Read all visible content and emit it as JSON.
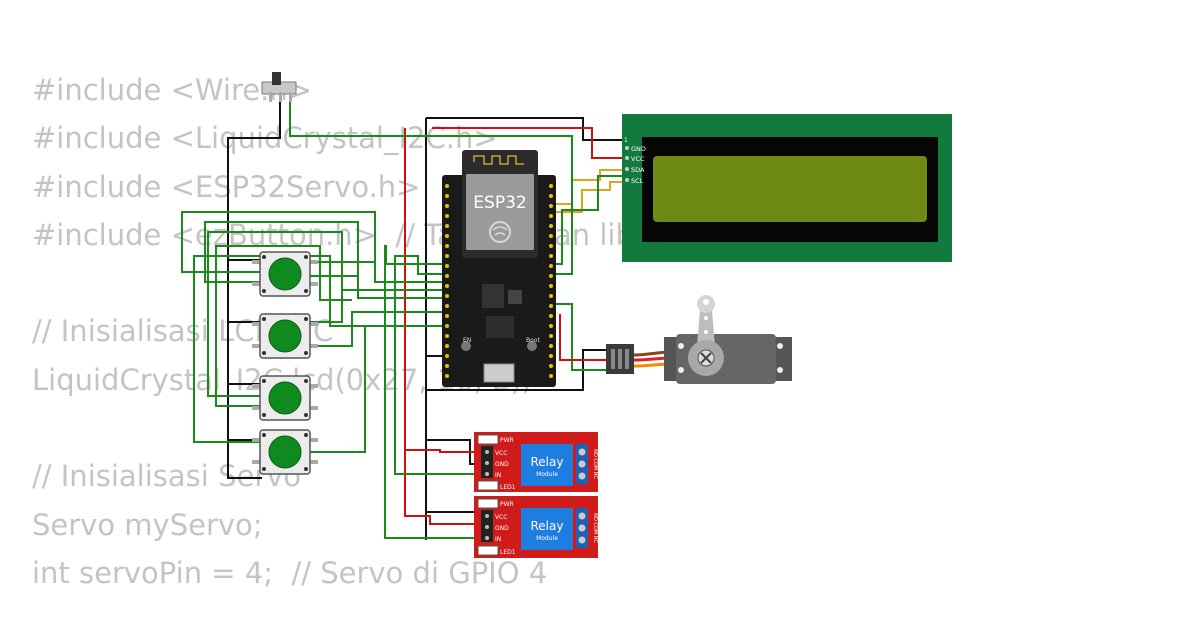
{
  "code_lines": [
    "#include <Wire.h>",
    "#include <LiquidCrystal_I2C.h>",
    "#include <ESP32Servo.h>",
    "#include <ezButton.h>  // Tambahkan library ezButton",
    "",
    "// Inisialisasi LCD I2C",
    "LiquidCrystal_I2C lcd(0x27, 16, 2);",
    "",
    "// Inisialisasi Servo",
    "Servo myServo;",
    "int servoPin = 4;  // Servo di GPIO 4"
  ],
  "esp32": {
    "label": "ESP32",
    "en_label": "EN",
    "boot_label": "Boot"
  },
  "lcd": {
    "pins": [
      "GND",
      "VCC",
      "SDA",
      "SCL"
    ],
    "pin1_marker": "1"
  },
  "relays": [
    {
      "pwr": "PWR",
      "pins": [
        "VCC",
        "GND",
        "IN"
      ],
      "title": "Relay",
      "subtitle": "Module",
      "terminals": "NO COM NC",
      "led": "LED1"
    },
    {
      "pwr": "PWR",
      "pins": [
        "VCC",
        "GND",
        "IN"
      ],
      "title": "Relay",
      "subtitle": "Module",
      "terminals": "NO COM NC",
      "led": "LED1"
    }
  ],
  "colors": {
    "wire_green": "#1a8a1a",
    "wire_red": "#d01010",
    "wire_black": "#111111",
    "wire_orange": "#e3a21a",
    "lcd_board": "#127a3c",
    "lcd_screen": "#6f8a12",
    "relay_board": "#d11a1a",
    "relay_coil": "#1e7ee0",
    "button_cap": "#0f8a1f"
  }
}
